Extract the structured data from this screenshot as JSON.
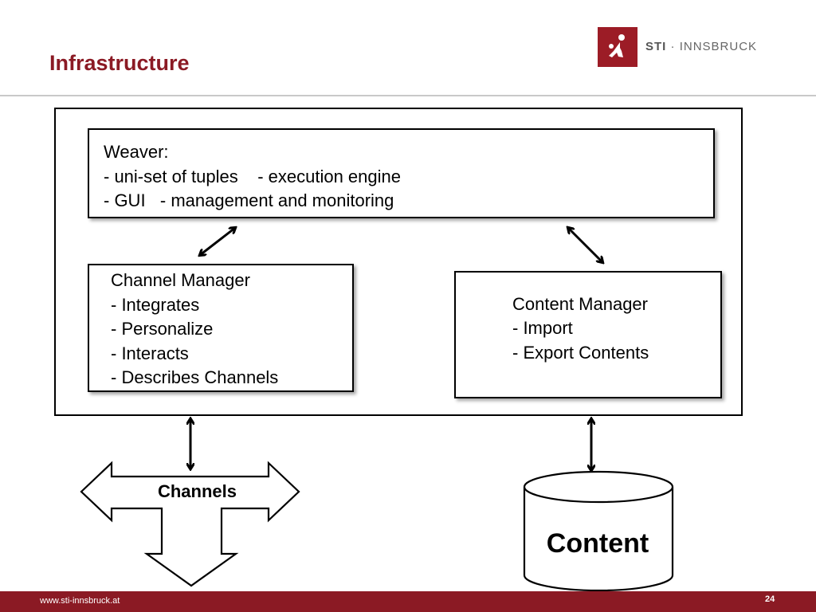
{
  "header": {
    "title": "Infrastructure"
  },
  "logo": {
    "brand": "STI",
    "separator": " · ",
    "name": "INNSBRUCK"
  },
  "weaver": {
    "line1": "Weaver:",
    "line2": "- uni-set of tuples    - execution engine",
    "line3": "- GUI   - management and monitoring"
  },
  "channel_manager": {
    "title": "Channel Manager",
    "items": [
      "- Integrates",
      "- Personalize",
      "- Interacts",
      "- Describes Channels"
    ]
  },
  "content_manager": {
    "title": "Content Manager",
    "items": [
      "- Import",
      "- Export Contents"
    ]
  },
  "channels": {
    "label": "Channels"
  },
  "content": {
    "label": "Content"
  },
  "footer": {
    "url": "www.sti-innsbruck.at",
    "page": "24"
  },
  "colors": {
    "brand": "#8b1a24",
    "logo": "#9c1c26"
  }
}
